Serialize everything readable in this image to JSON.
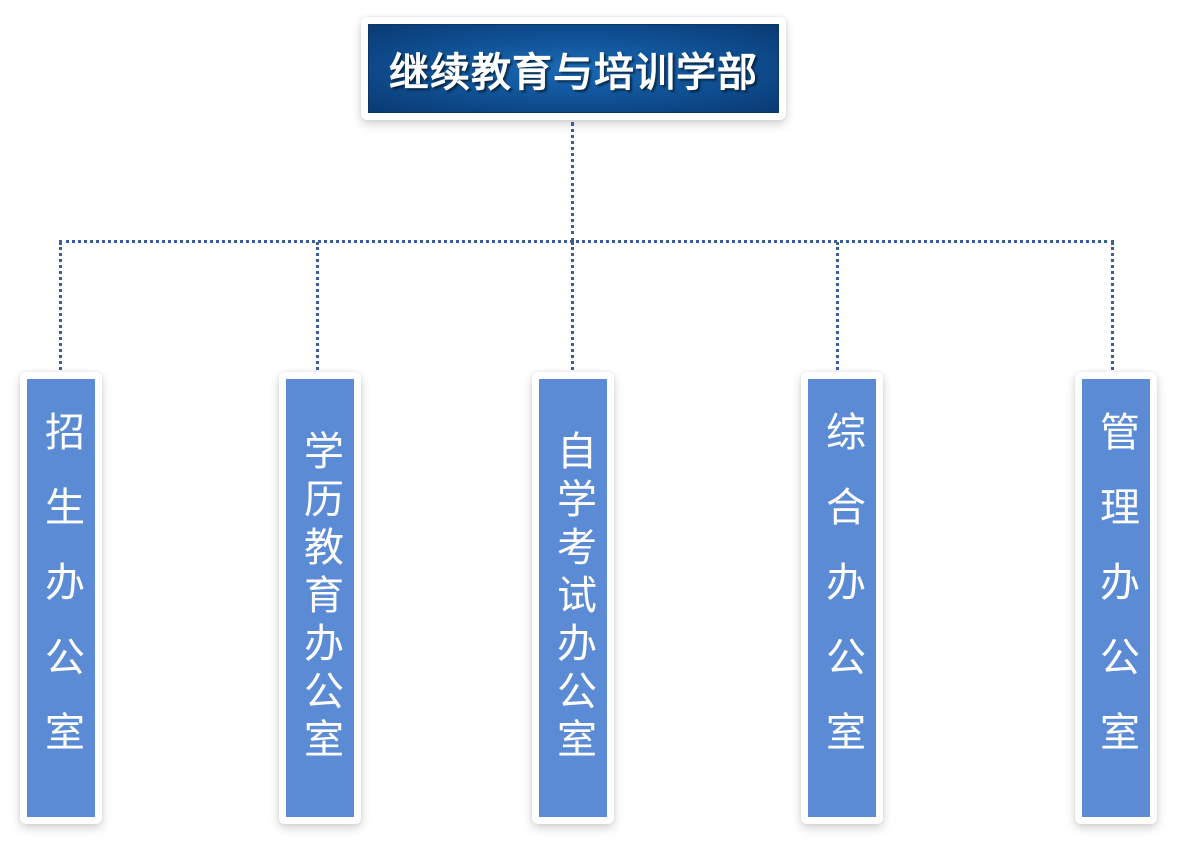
{
  "root": {
    "title": "继续教育与培训学部"
  },
  "children": [
    {
      "label": "招生办公室"
    },
    {
      "label": "学历教育办公室"
    },
    {
      "label": "自学考试办公室"
    },
    {
      "label": "综合办公室"
    },
    {
      "label": "管理办公室"
    }
  ],
  "colors": {
    "root_fill": "#0f4f92",
    "child_fill": "#5b8bd5",
    "connector": "#3a5e9c"
  }
}
